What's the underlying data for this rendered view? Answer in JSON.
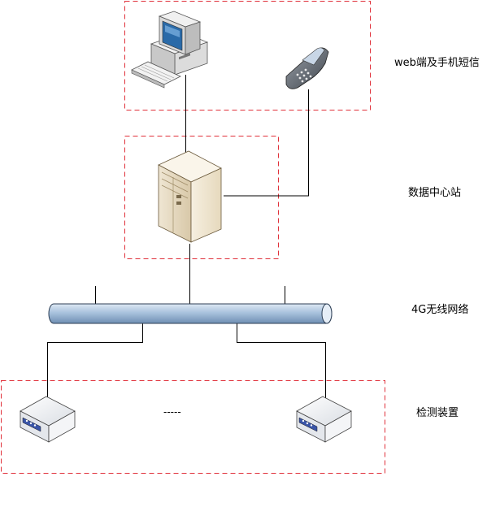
{
  "labels": {
    "tier_web_sms": "web端及手机短信",
    "tier_data_center": "数据中心站",
    "tier_network": "4G无线网络",
    "tier_devices": "检测装置"
  },
  "ellipsis": "-----",
  "colors": {
    "dashed_border": "#e0303a",
    "line": "#000000",
    "pipe_fill": "#b7cde3",
    "pipe_stroke": "#2c3e55"
  }
}
